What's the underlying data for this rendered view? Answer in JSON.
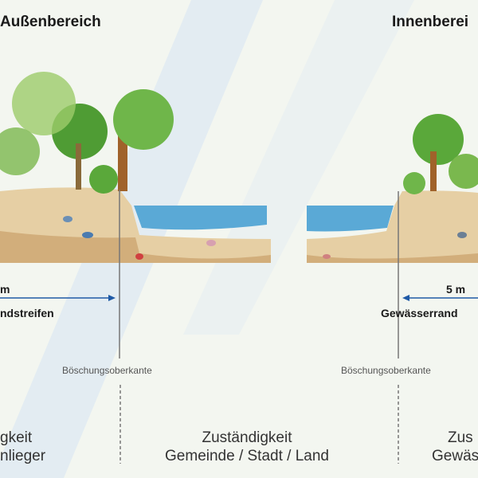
{
  "left": {
    "title": "Außenbereich",
    "distance": "m",
    "strip_label": "ndstreifen",
    "edge_label": "Böschungsoberkante",
    "responsibility_line1": "gkeit",
    "responsibility_line2": "nlieger"
  },
  "center": {
    "responsibility_line1": "Zuständigkeit",
    "responsibility_line2": "Gemeinde / Stadt / Land"
  },
  "right": {
    "title": "Innenberei",
    "distance": "5 m",
    "strip_label": "Gewässerrand",
    "edge_label": "Böschungsoberkante",
    "responsibility_line1": "Zus",
    "responsibility_line2": "Gewäs"
  },
  "colors": {
    "water": "#5aa9d6",
    "soil": "#d9b98a",
    "arrow": "#1f5aa6",
    "tree": "#5aa83a",
    "trunk": "#a0622a"
  }
}
